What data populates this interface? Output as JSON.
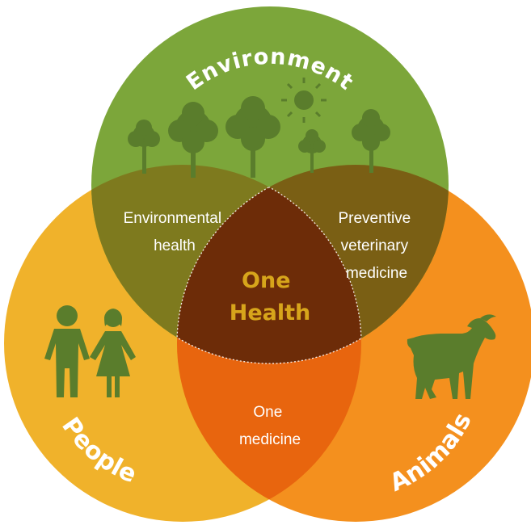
{
  "diagram": {
    "circles": {
      "environment": {
        "label": "Environment",
        "color": "#7ca63a"
      },
      "people": {
        "label": "People",
        "color": "#f0b22b"
      },
      "animals": {
        "label": "Animals",
        "color": "#f4901e"
      }
    },
    "overlaps": {
      "environment_people": [
        "Environmental",
        "health"
      ],
      "environment_animals": [
        "Preventive",
        "veterinary",
        "medicine"
      ],
      "people_animals": [
        "One",
        "medicine"
      ]
    },
    "center": [
      "One",
      "Health"
    ],
    "icon_color": "#5a7d2c",
    "icons": [
      "tree-icon",
      "sun-icon",
      "people-icon",
      "goat-icon"
    ]
  }
}
